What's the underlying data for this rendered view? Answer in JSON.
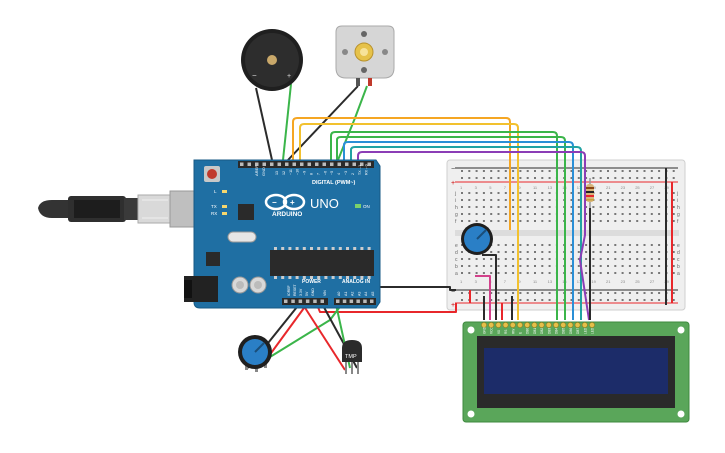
{
  "arduino": {
    "brand": "ARDUINO",
    "model": "UNO",
    "digital_label": "DIGITAL (PWM~)",
    "power_label": "POWER",
    "analog_label": "ANALOG IN",
    "on_label": "ON",
    "tx_label": "TX",
    "rx_label": "RX",
    "l_label": "L",
    "aref_label": "AREF",
    "gnd_label": "GND",
    "ioref_label": "IOREF",
    "reset_label": "RESET",
    "v33_label": "3.3V",
    "v5_label": "5V",
    "vin_label": "VIN",
    "a_pins": [
      "A0",
      "A1",
      "A2",
      "A3",
      "A4",
      "A5"
    ],
    "digital_pins": [
      "13",
      "12",
      "~11",
      "~10",
      "~9",
      "8",
      "7",
      "~6",
      "~5",
      "4",
      "~3",
      "2",
      "TX→1",
      "RX←0"
    ]
  },
  "buzzer": {
    "minus": "−",
    "plus": "+"
  },
  "temp_sensor": {
    "label": "TMP"
  },
  "breadboard": {
    "row_letters_top": [
      "j",
      "i",
      "h",
      "g",
      "f"
    ],
    "row_letters_bottom": [
      "e",
      "d",
      "c",
      "b",
      "a"
    ],
    "col_numbers": [
      "1",
      "3",
      "5",
      "7",
      "9",
      "11",
      "13",
      "15",
      "17",
      "19",
      "21",
      "23",
      "25",
      "27",
      "29"
    ],
    "rail_minus": "−",
    "rail_plus": "+"
  },
  "lcd": {
    "pin_labels": [
      "GND",
      "VCC",
      "V0",
      "RS",
      "RW",
      "E",
      "DB0",
      "DB1",
      "DB2",
      "DB3",
      "DB4",
      "DB5",
      "DB6",
      "DB7",
      "LED",
      "LED"
    ]
  },
  "colors": {
    "board_blue": "#1f6fa3",
    "breadboard": "#efefef",
    "lcd_green": "#5aa65a",
    "lcd_screen": "#1c2c69",
    "wire_red": "#e8272b",
    "wire_black": "#2b2b2b",
    "wire_green": "#3bb54a",
    "wire_orange": "#f5a623",
    "wire_yellow": "#f2c12e",
    "wire_blue": "#2a8fd6",
    "wire_purple": "#8b3db6",
    "wire_teal": "#21a3a3",
    "wire_pink": "#d2418b"
  }
}
